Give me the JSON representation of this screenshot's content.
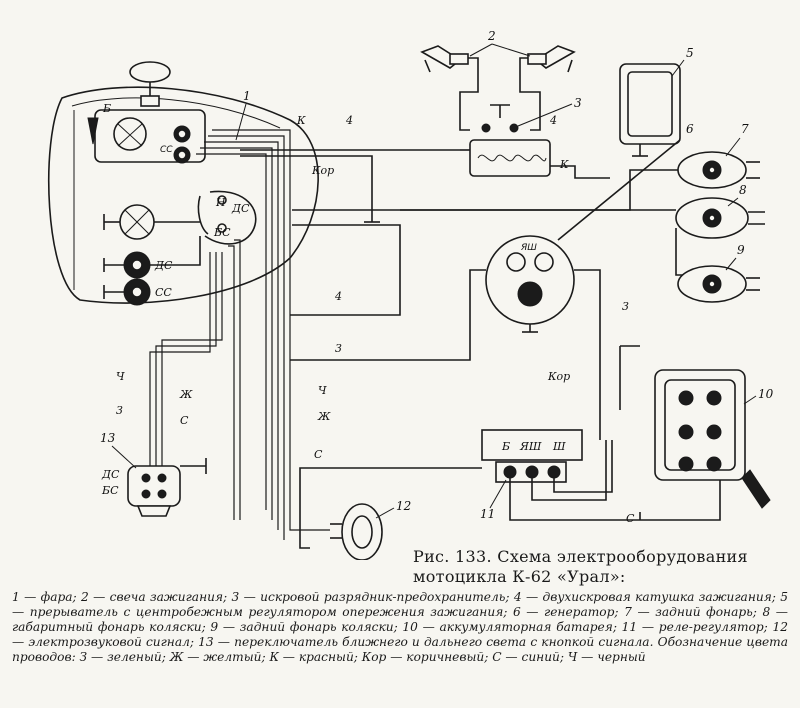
{
  "figure": {
    "caption_title": "Рис. 133. Схема электрооборудования мотоцикла К-62 «Урал»:",
    "legend_text": "1 — фара; 2 — свеча зажигания; 3 — искровой разрядник-предохранитель; 4 — двухискровая катушка зажигания; 5 — прерыватель с центробежным регулятором опережения зажигания; 6 — генератор; 7 — задний фонарь; 8 — габаритный фонарь коляски; 9 — задний фонарь коляски; 10 — аккумуляторная батарея; 11 — реле-регулятор; 12 — электрозвуковой сигнал; 13 — переключатель ближнего и дальнего света с кнопкой сигнала. Обозначение цвета проводов: З — зеленый; Ж — желтый; К — красный; Кор — коричневый; С — синий; Ч — черный"
  },
  "callouts": {
    "n1": "1",
    "n2": "2",
    "n3": "3",
    "n4": "4",
    "n5": "5",
    "n6": "6",
    "n7": "7",
    "n8": "8",
    "n9": "9",
    "n10": "10",
    "n11": "11",
    "n12": "12",
    "n13": "13"
  },
  "wire_labels": {
    "k_top": "К",
    "n4_top": "4",
    "kor_top": "Кор",
    "small_4": "4",
    "k_coil": "К",
    "n4_mid": "4",
    "n3_mid": "3",
    "n3_right": "3",
    "kor_right": "Кор",
    "ch_left": "Ч",
    "n3_left": "3",
    "zh_left": "Ж",
    "s_left": "С",
    "ch_mid": "Ч",
    "zh_mid": "Ж",
    "s_mid": "С",
    "s_bottom": "С"
  },
  "terminal_labels": {
    "headlight_b": "Б",
    "headlight_ss_small": "СС",
    "headlight_ds": "ДС",
    "headlight_bs": "БС",
    "headlight_n": "Н",
    "lamp_ds": "ДС",
    "lamp_ss": "СС",
    "generator_yash": "ЯШ",
    "regulator_b": "Б",
    "regulator_yash": "ЯШ",
    "regulator_sh": "Ш",
    "switch_ds": "ДС",
    "switch_bs": "БС"
  }
}
